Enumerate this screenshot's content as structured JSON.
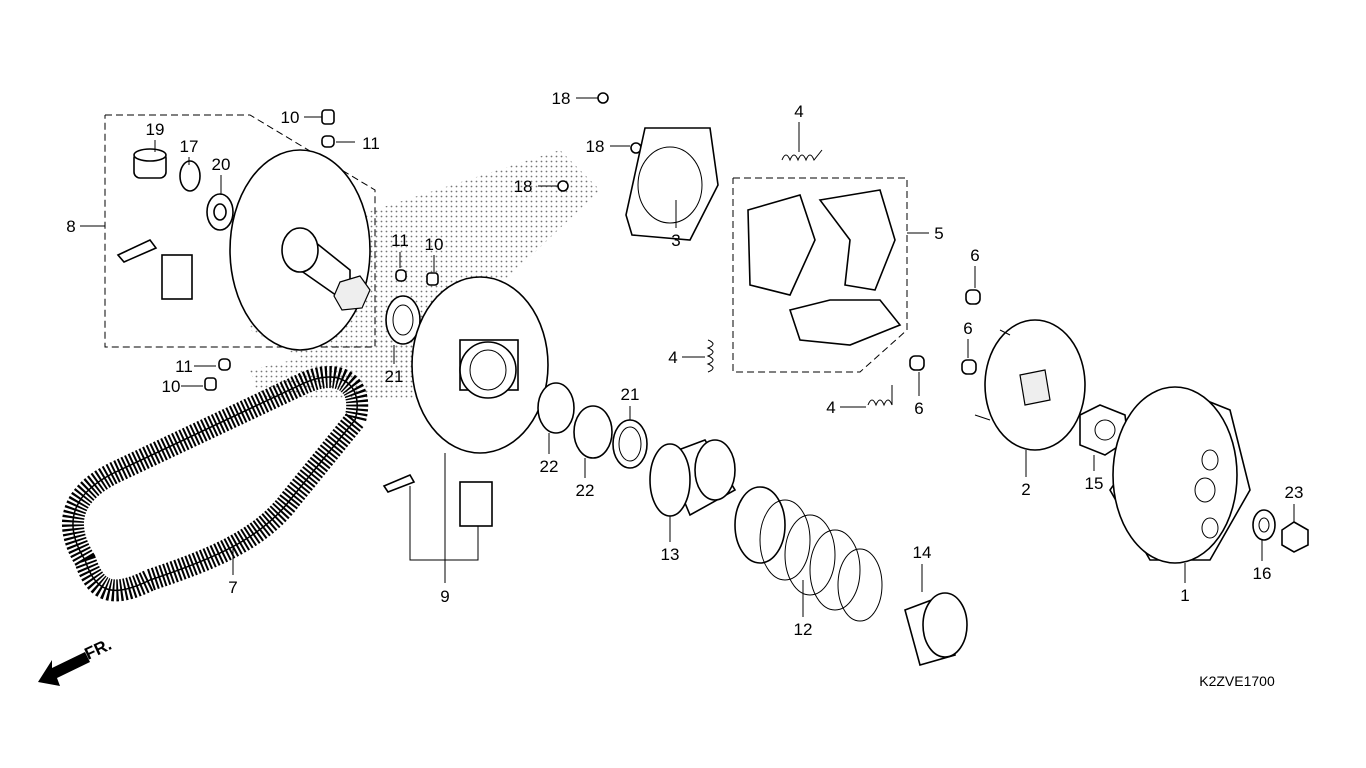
{
  "diagram": {
    "title_code": "K2ZVE1700",
    "front_arrow_label": "FR.",
    "part_labels": [
      "1",
      "2",
      "3",
      "4",
      "5",
      "6",
      "7",
      "8",
      "9",
      "10",
      "11",
      "12",
      "13",
      "14",
      "15",
      "16",
      "17",
      "18",
      "19",
      "20",
      "21",
      "22",
      "23"
    ]
  }
}
